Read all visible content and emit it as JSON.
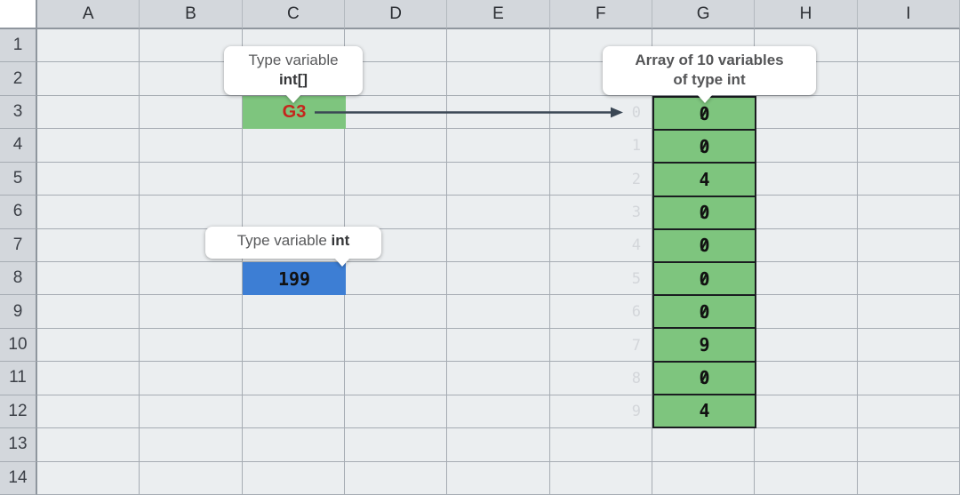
{
  "grid": {
    "column_headers": [
      "A",
      "B",
      "C",
      "D",
      "E",
      "F",
      "G",
      "H",
      "I"
    ],
    "row_headers": [
      "1",
      "2",
      "3",
      "4",
      "5",
      "6",
      "7",
      "8",
      "9",
      "10",
      "11",
      "12",
      "13",
      "14"
    ]
  },
  "pointer_variable": {
    "label": "G3",
    "tooltip": {
      "line1": "Type variable",
      "line2": "int[]"
    },
    "cell_color": "#7ec57e",
    "label_color": "#c5261d"
  },
  "int_variable": {
    "value": "199",
    "tooltip": {
      "prefix": "Type variable ",
      "type": "int"
    },
    "cell_color": "#3d7ed4"
  },
  "array_variable": {
    "tooltip": {
      "line1": "Array of 10 variables",
      "line2": "of type int"
    },
    "cell_color": "#7ec57e",
    "items": [
      {
        "index": "0",
        "value": "0"
      },
      {
        "index": "1",
        "value": "0"
      },
      {
        "index": "2",
        "value": "4"
      },
      {
        "index": "3",
        "value": "0"
      },
      {
        "index": "4",
        "value": "0"
      },
      {
        "index": "5",
        "value": "0"
      },
      {
        "index": "6",
        "value": "0"
      },
      {
        "index": "7",
        "value": "9"
      },
      {
        "index": "8",
        "value": "0"
      },
      {
        "index": "9",
        "value": "4"
      }
    ]
  },
  "arrow": {
    "color": "#3a4754"
  },
  "colors": {
    "header_bg": "#d3d7dc",
    "cell_bg": "#ebeef0",
    "gridline": "#a6acb3",
    "header_border": "#8f969e",
    "array_border": "#1a1d20",
    "index_text": "#d3d6da",
    "tooltip_text": "#58595b"
  }
}
